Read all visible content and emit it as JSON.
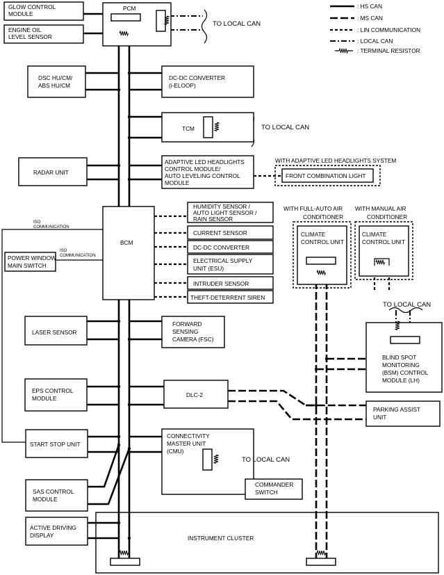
{
  "legend": {
    "hs_can": ": HS CAN",
    "ms_can": ": MS CAN",
    "lin": ": LIN COMMUNICATION",
    "local_can": ": LOCAL CAN",
    "terminal_resistor": ": TERMINAL RESISTOR"
  },
  "modules": {
    "glow_control": [
      "GLOW CONTROL",
      "MODULE"
    ],
    "engine_oil": [
      "ENGINE OIL",
      "LEVEL SENSOR"
    ],
    "pcm": "PCM",
    "dsc": [
      "DSC HU/CM/",
      "ABS  HU/CM"
    ],
    "dcdc_ieloop": [
      "DC-DC CONVERTER",
      "(i-ELOOP)"
    ],
    "tcm": "TCM",
    "radar": "RADAR UNIT",
    "adaptive_led": [
      "ADAPTIVE LED HEADLIGHTS",
      "CONTROL MODULE/",
      "AUTO LEVELING CONTROL",
      "MODULE"
    ],
    "with_adaptive": "WITH ADAPTIVE LED HEADLIGHTS SYSTEM",
    "front_combination": "FRONT COMBINATION LIGHT",
    "with_full_auto": [
      "WITH FULL-AUTO AIR",
      "CONDITIONER"
    ],
    "with_manual": [
      "WITH MANUAL AIR",
      "CONDITIONER"
    ],
    "climate_full": [
      "CLIMATE",
      "CONTROL UNIT"
    ],
    "climate_manual": [
      "CLIMATE",
      "CONTROL UNIT"
    ],
    "humidity": [
      "HUMIDITY SENSOR /",
      "AUTO LIGHT SENSOR /",
      "RAIN SENSOR"
    ],
    "current_sensor": "CURRENT SENSOR",
    "dcdc": "DC-DC CONVERTER",
    "esu": [
      "ELECTRICAL SUPPLY",
      "UNIT (ESU)"
    ],
    "intruder": "INTRUDER SENSOR",
    "theft": "THEFT-DETERRENT SIREN",
    "bcm": "BCM",
    "iso_comm_1": [
      "ISO",
      "COMMUNICATION"
    ],
    "iso_comm_2": [
      "ISO",
      "COMMUNICATION"
    ],
    "power_window": [
      "POWER WINDOW",
      "MAIN SWITCH"
    ],
    "laser": "LASER SENSOR",
    "fsc": [
      "FORWARD",
      "SENSING",
      "CAMERA (FSC)"
    ],
    "bsm": [
      "BLIND SPOT",
      "MONITORING",
      "(BSM) CONTROL",
      "MODULE (LH)"
    ],
    "eps": [
      "EPS CONTROL",
      "MODULE"
    ],
    "dlc2": "DLC-2",
    "parking_assist": [
      "PARKING ASSIST",
      "UNIT"
    ],
    "start_stop": "START STOP UNIT",
    "cmu": [
      "CONNECTIVITY",
      "MASTER UNIT",
      "(CMU)"
    ],
    "sas": [
      "SAS CONTROL",
      "MODULE"
    ],
    "commander": [
      "COMMANDER",
      "SWITCH"
    ],
    "active_driving": [
      "ACTIVE DRIVING",
      "DISPLAY"
    ],
    "instrument_cluster": "INSTRUMENT CLUSTER"
  },
  "to_local_can": "TO LOCAL CAN"
}
